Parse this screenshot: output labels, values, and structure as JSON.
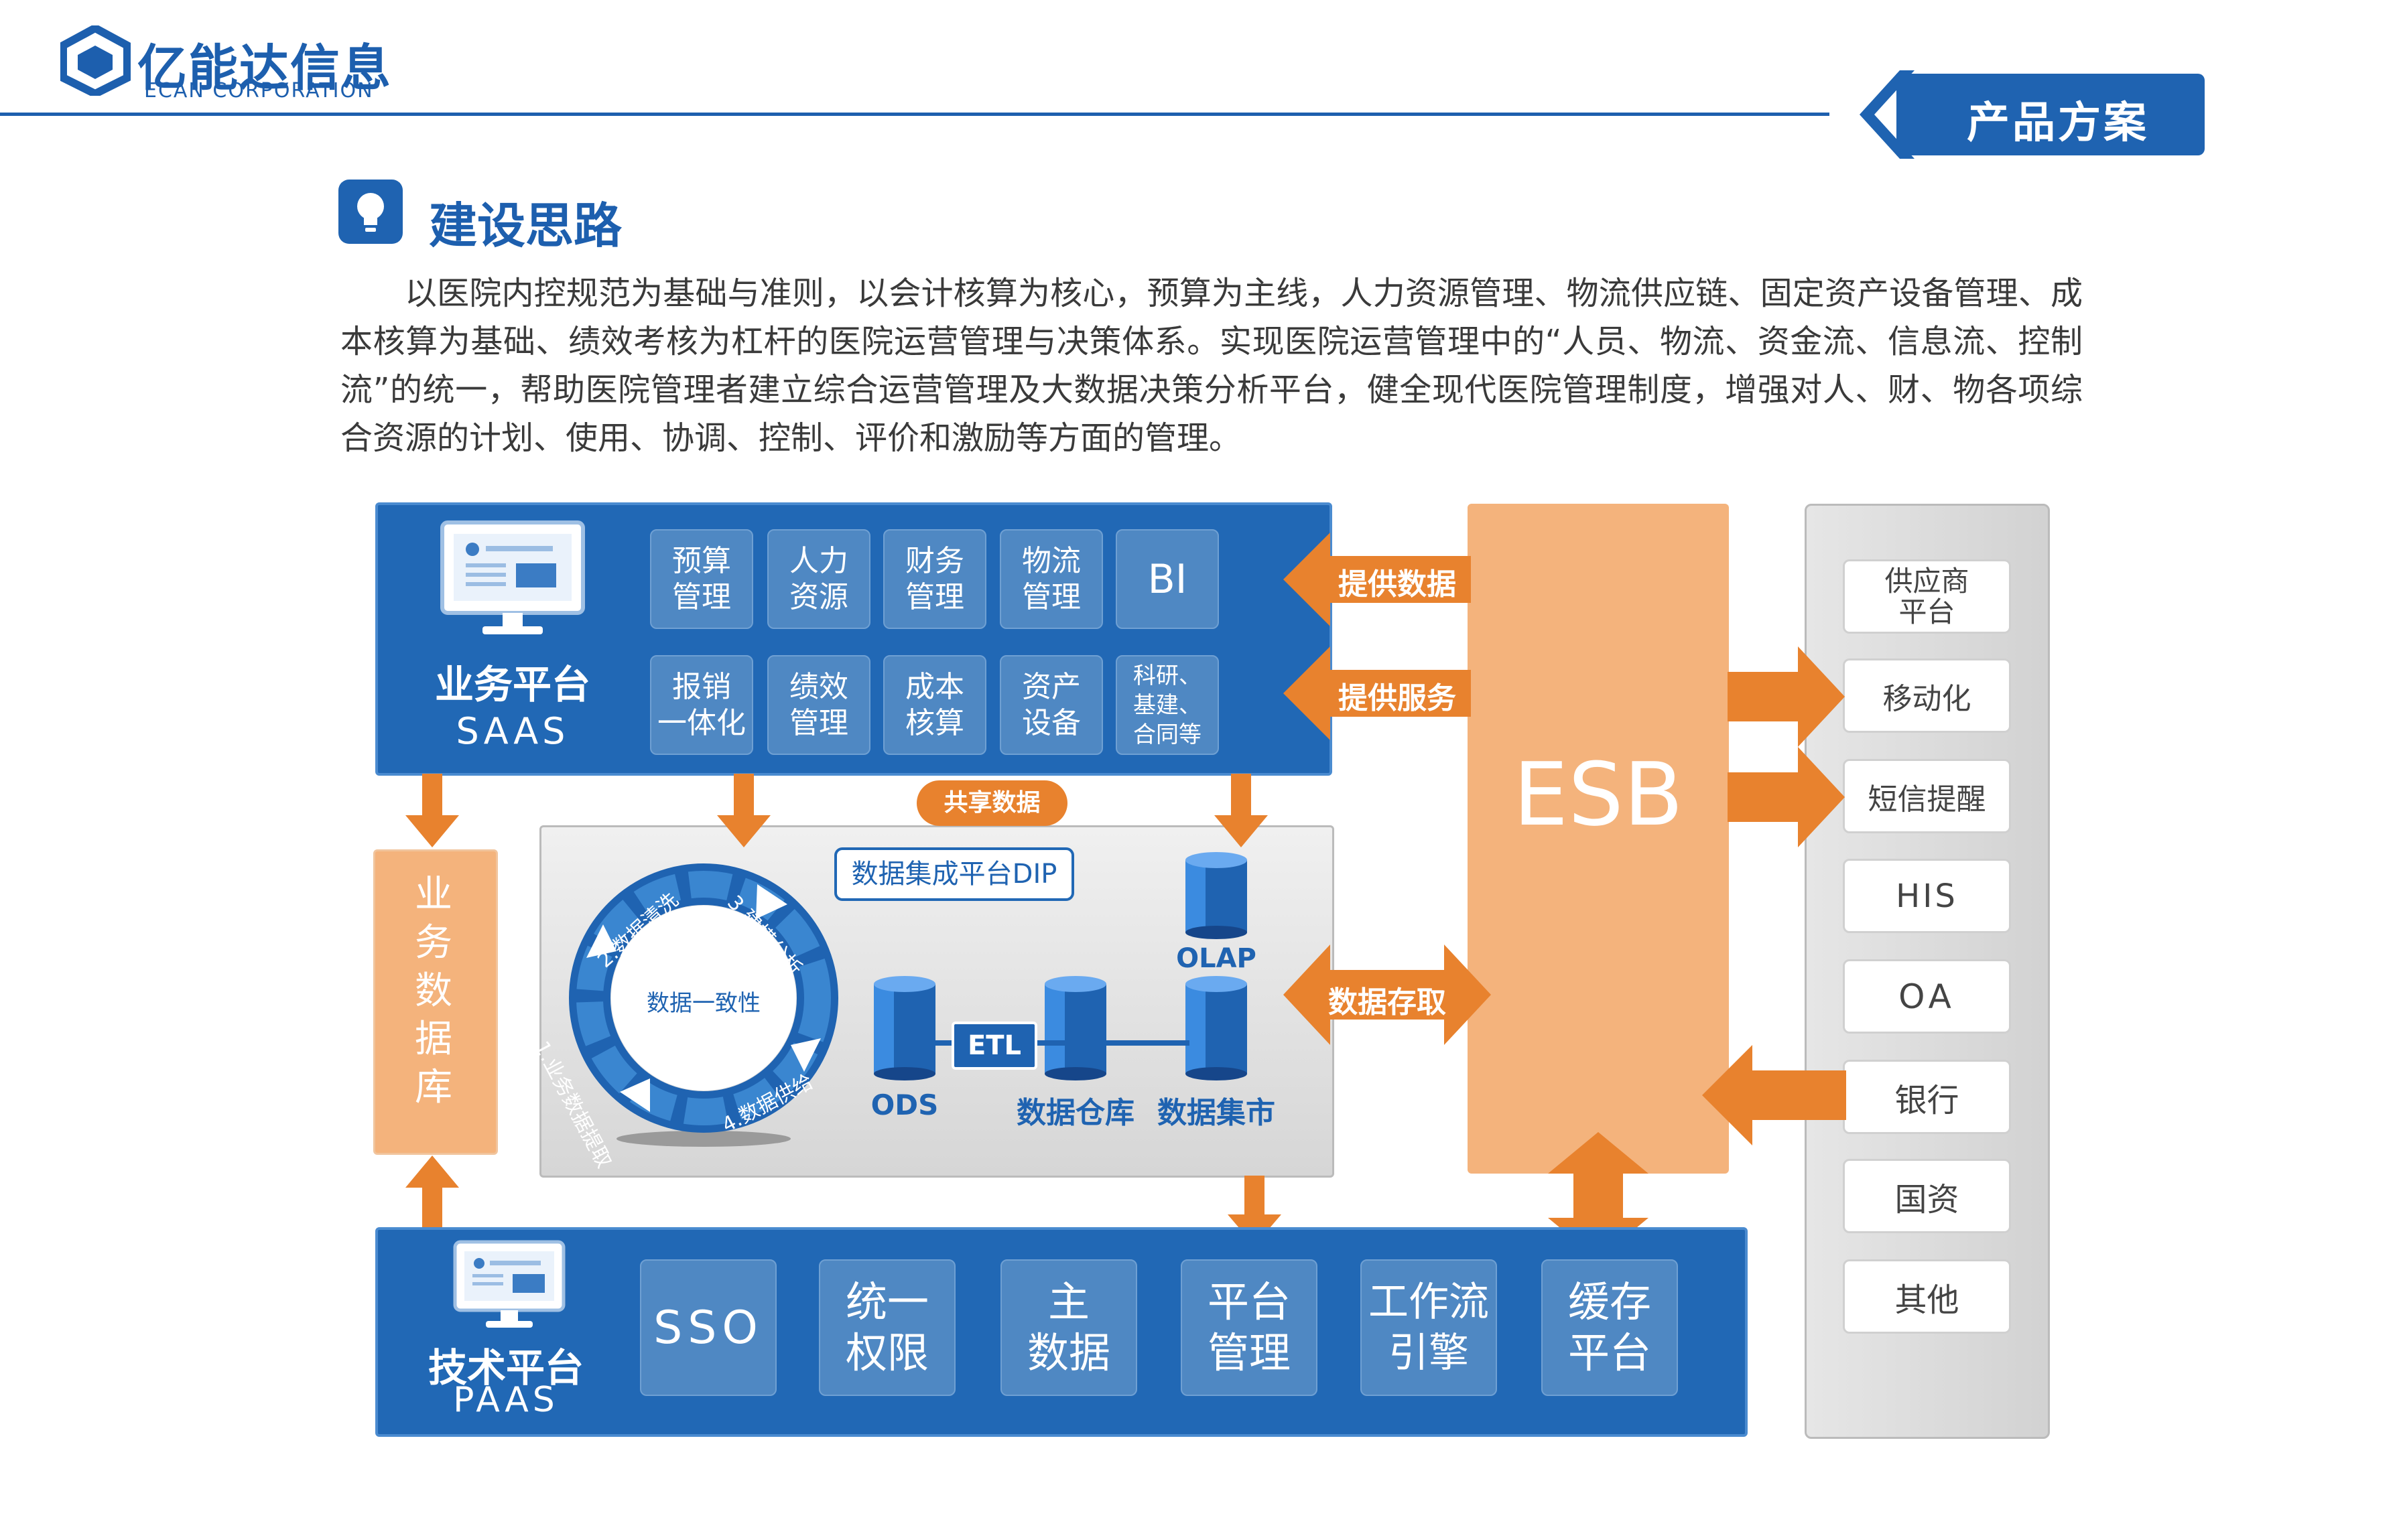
{
  "header": {
    "brand_name": "亿能达信息",
    "brand_sub": "ECAN CORPORATION",
    "section_tag": "产品方案"
  },
  "section": {
    "title": "建设思路",
    "paragraph": "以医院内控规范为基础与准则，以会计核算为核心，预算为主线，人力资源管理、物流供应链、固定资产设备管理、成本核算为基础、绩效考核为杠杆的医院运营管理与决策体系。实现医院运营管理中的“人员、物流、资金流、信息流、控制流”的统一，帮助医院管理者建立综合运营管理及大数据决策分析平台，健全现代医院管理制度，增强对人、财、物各项综合资源的计划、使用、协调、控制、评价和激励等方面的管理。"
  },
  "saas": {
    "title": "业务平台",
    "subtitle": "SAAS",
    "modules": [
      {
        "l1": "预算",
        "l2": "管理"
      },
      {
        "l1": "人力",
        "l2": "资源"
      },
      {
        "l1": "财务",
        "l2": "管理"
      },
      {
        "l1": "物流",
        "l2": "管理"
      },
      {
        "l1": "BI",
        "l2": ""
      },
      {
        "l1": "报销",
        "l2": "一体化"
      },
      {
        "l1": "绩效",
        "l2": "管理"
      },
      {
        "l1": "成本",
        "l2": "核算"
      },
      {
        "l1": "资产",
        "l2": "设备"
      }
    ],
    "research": {
      "l1": "科研、",
      "l2": "基建、",
      "l3": "合同等"
    }
  },
  "arrows": {
    "provide_data": "提供数据",
    "provide_service": "提供服务",
    "shared_data": "共享数据",
    "data_access": "数据存取"
  },
  "business_db": {
    "label": [
      "业",
      "务",
      "数",
      "据",
      "库"
    ]
  },
  "dip": {
    "title": "数据集成平台DIP",
    "cycle_center": "数据一致性",
    "cycle_steps": [
      "1.业务数据提取",
      "2.数据清洗",
      "3.建模分析",
      "4.数据供给"
    ],
    "ods": "ODS",
    "etl": "ETL",
    "warehouse": "数据仓库",
    "mart": "数据集市",
    "olap": "OLAP"
  },
  "esb": {
    "label": "ESB"
  },
  "external": [
    "供应商平台",
    "移动化",
    "短信提醒",
    "HIS",
    "OA",
    "银行",
    "国资",
    "其他"
  ],
  "paas": {
    "title": "技术平台",
    "subtitle": "PAAS",
    "modules": [
      {
        "l1": "SSO",
        "l2": ""
      },
      {
        "l1": "统一",
        "l2": "权限"
      },
      {
        "l1": "主",
        "l2": "数据"
      },
      {
        "l1": "平台",
        "l2": "管理"
      },
      {
        "l1": "工作流",
        "l2": "引擎"
      },
      {
        "l1": "缓存",
        "l2": "平台"
      }
    ]
  },
  "colors": {
    "brand_blue": "#1d5fae",
    "panel_blue": "#2168b5",
    "orange": "#f4b37c",
    "arrow_orange": "#e8822e"
  }
}
